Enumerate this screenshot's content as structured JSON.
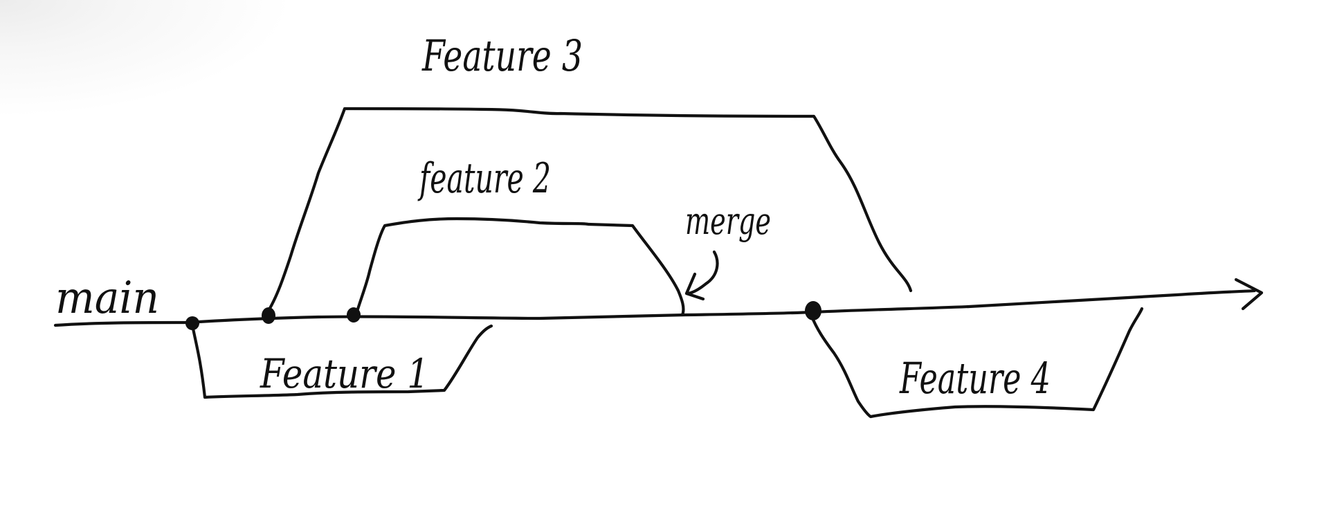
{
  "diagram": {
    "ink_color": "#111111",
    "branches": {
      "main": {
        "label": "main"
      },
      "feature_1": {
        "label": "Feature 1"
      },
      "feature_2": {
        "label": "feature 2"
      },
      "feature_3": {
        "label": "Feature 3"
      },
      "feature_4": {
        "label": "Feature 4"
      }
    },
    "annotations": {
      "merge": {
        "label": "merge"
      }
    }
  }
}
